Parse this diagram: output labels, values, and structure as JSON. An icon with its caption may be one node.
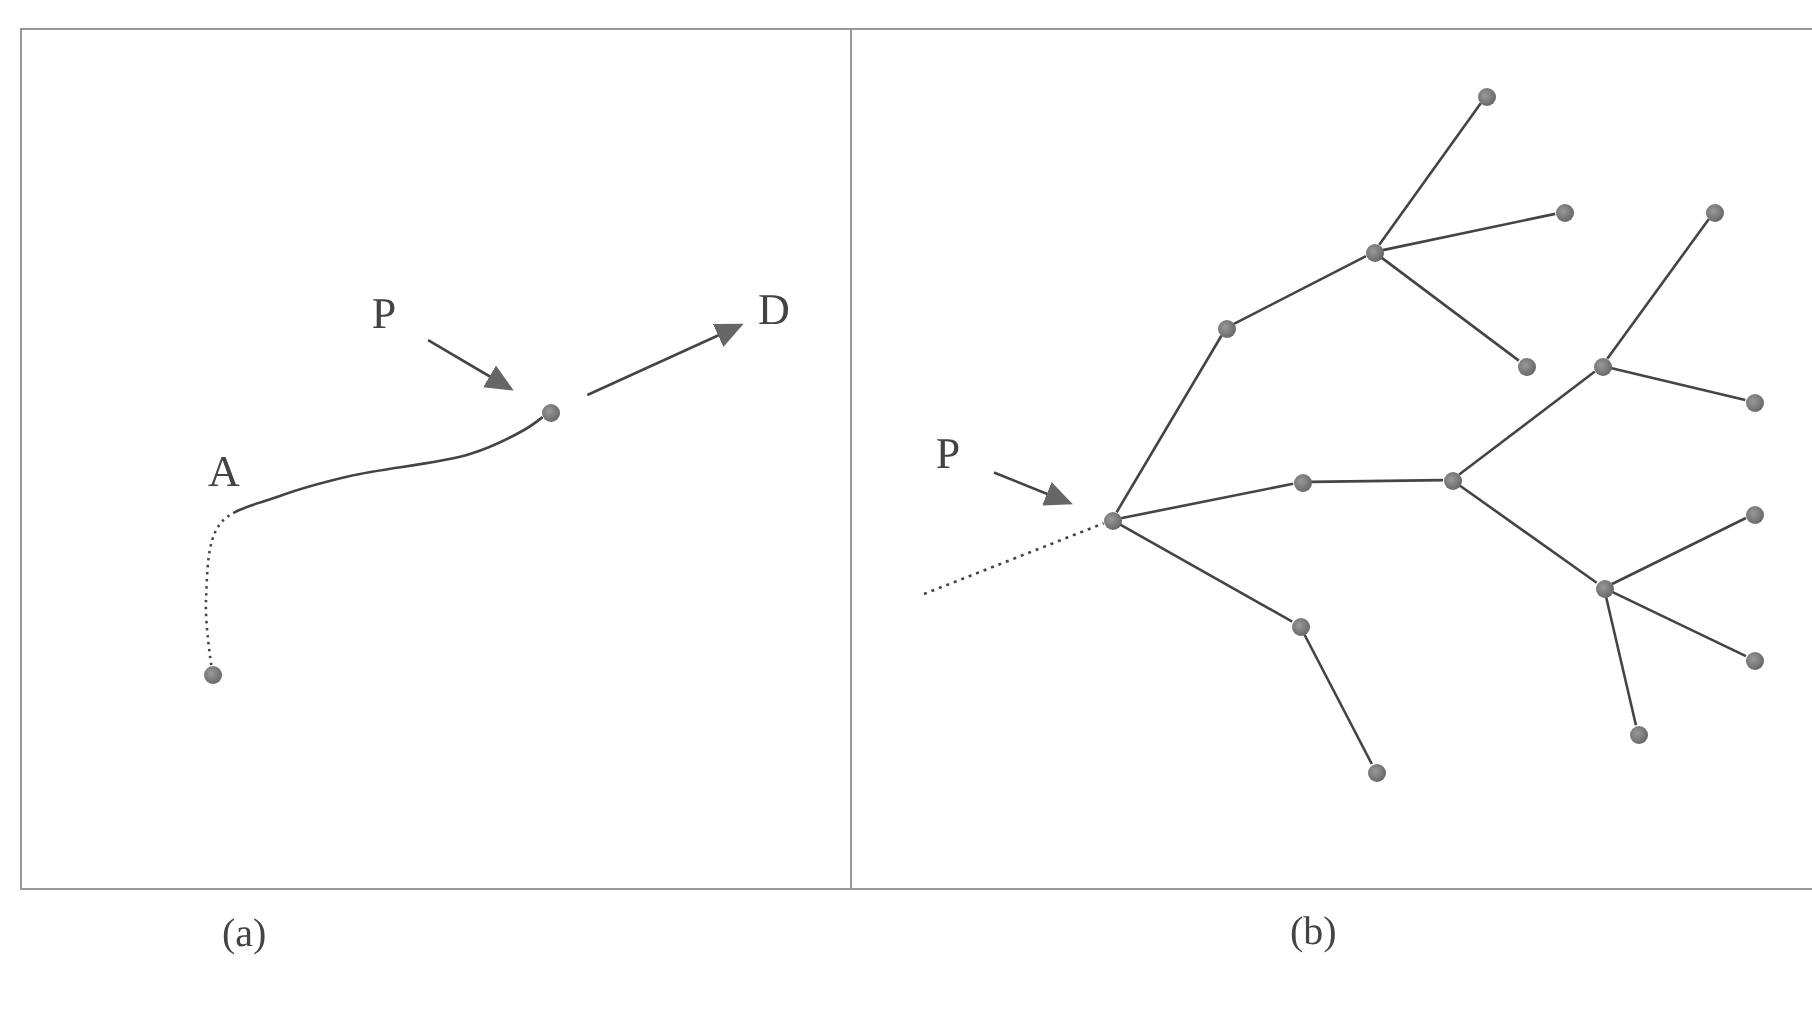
{
  "diagram": {
    "nodes": [
      {
        "text": [],
        "shape": "box",
        "beside": [
          "(a)"
        ]
      },
      {
        "text": [],
        "shape": "box",
        "beside": [
          "(b)"
        ]
      },
      {
        "text": [
          "P"
        ],
        "in": 0
      },
      {
        "text": [
          "D"
        ],
        "in": 0
      },
      {
        "text": [],
        "shape": "circle",
        "in": 0
      },
      {
        "text": [],
        "shape": "circle",
        "in": 0
      },
      {
        "text": [
          "P"
        ],
        "in": 1
      },
      {
        "text": [],
        "shape": "circle",
        "in": 1
      },
      {
        "text": [],
        "shape": "circle",
        "in": 1
      },
      {
        "text": [],
        "shape": "circle",
        "in": 1
      },
      {
        "text": [],
        "shape": "circle",
        "in": 1
      },
      {
        "text": [],
        "shape": "circle",
        "in": 1
      },
      {
        "text": [],
        "shape": "circle",
        "in": 1
      },
      {
        "text": [],
        "shape": "circle",
        "in": 1
      },
      {
        "text": [],
        "shape": "circle",
        "in": 1
      },
      {
        "text": [],
        "shape": "circle",
        "in": 1
      },
      {
        "text": [],
        "shape": "circle",
        "in": 1
      },
      {
        "text": [],
        "shape": "circle",
        "in": 1
      },
      {
        "text": [],
        "shape": "circle",
        "in": 1
      },
      {
        "text": [],
        "shape": "circle",
        "in": 1
      },
      {
        "text": [],
        "shape": "circle",
        "in": 1
      },
      {
        "text": [],
        "shape": "circle",
        "in": 1
      },
      {
        "text": [],
        "shape": "circle",
        "in": 1
      },
      {
        "text": [],
        "shape": "circle",
        "in": 1
      }
    ],
    "edges": [
      {
        "from": 2,
        "to": 5,
        "arrow": "to"
      },
      {
        "from": 5,
        "to": 3,
        "arrow": "to"
      },
      {
        "from": 4,
        "to": 5,
        "arrow": "none",
        "style": "dashed"
      },
      {
        "from": 6,
        "to": 7,
        "arrow": "to"
      },
      {
        "from": null,
        "to": 7,
        "arrow": "none",
        "style": "dashed"
      },
      {
        "from": 7,
        "to": 8,
        "arrow": "none"
      },
      {
        "from": 8,
        "to": 11,
        "arrow": "none"
      },
      {
        "from": 11,
        "to": 14,
        "arrow": "none"
      },
      {
        "from": 11,
        "to": 16,
        "arrow": "none"
      },
      {
        "from": 11,
        "to": 15,
        "arrow": "none"
      },
      {
        "from": 7,
        "to": 10,
        "arrow": "none"
      },
      {
        "from": 10,
        "to": 13,
        "arrow": "none"
      },
      {
        "from": 13,
        "to": 17,
        "arrow": "none"
      },
      {
        "from": 17,
        "to": 20,
        "arrow": "none"
      },
      {
        "from": 17,
        "to": 21,
        "arrow": "none"
      },
      {
        "from": 13,
        "to": 18,
        "arrow": "none"
      },
      {
        "from": 18,
        "to": 22,
        "arrow": "none"
      },
      {
        "from": 18,
        "to": 23,
        "arrow": "none"
      },
      {
        "from": 18,
        "to": 19,
        "arrow": "none"
      },
      {
        "from": 7,
        "to": 9,
        "arrow": "none"
      },
      {
        "from": 9,
        "to": 12,
        "arrow": "none"
      }
    ],
    "labels": [
      "A"
    ]
  }
}
